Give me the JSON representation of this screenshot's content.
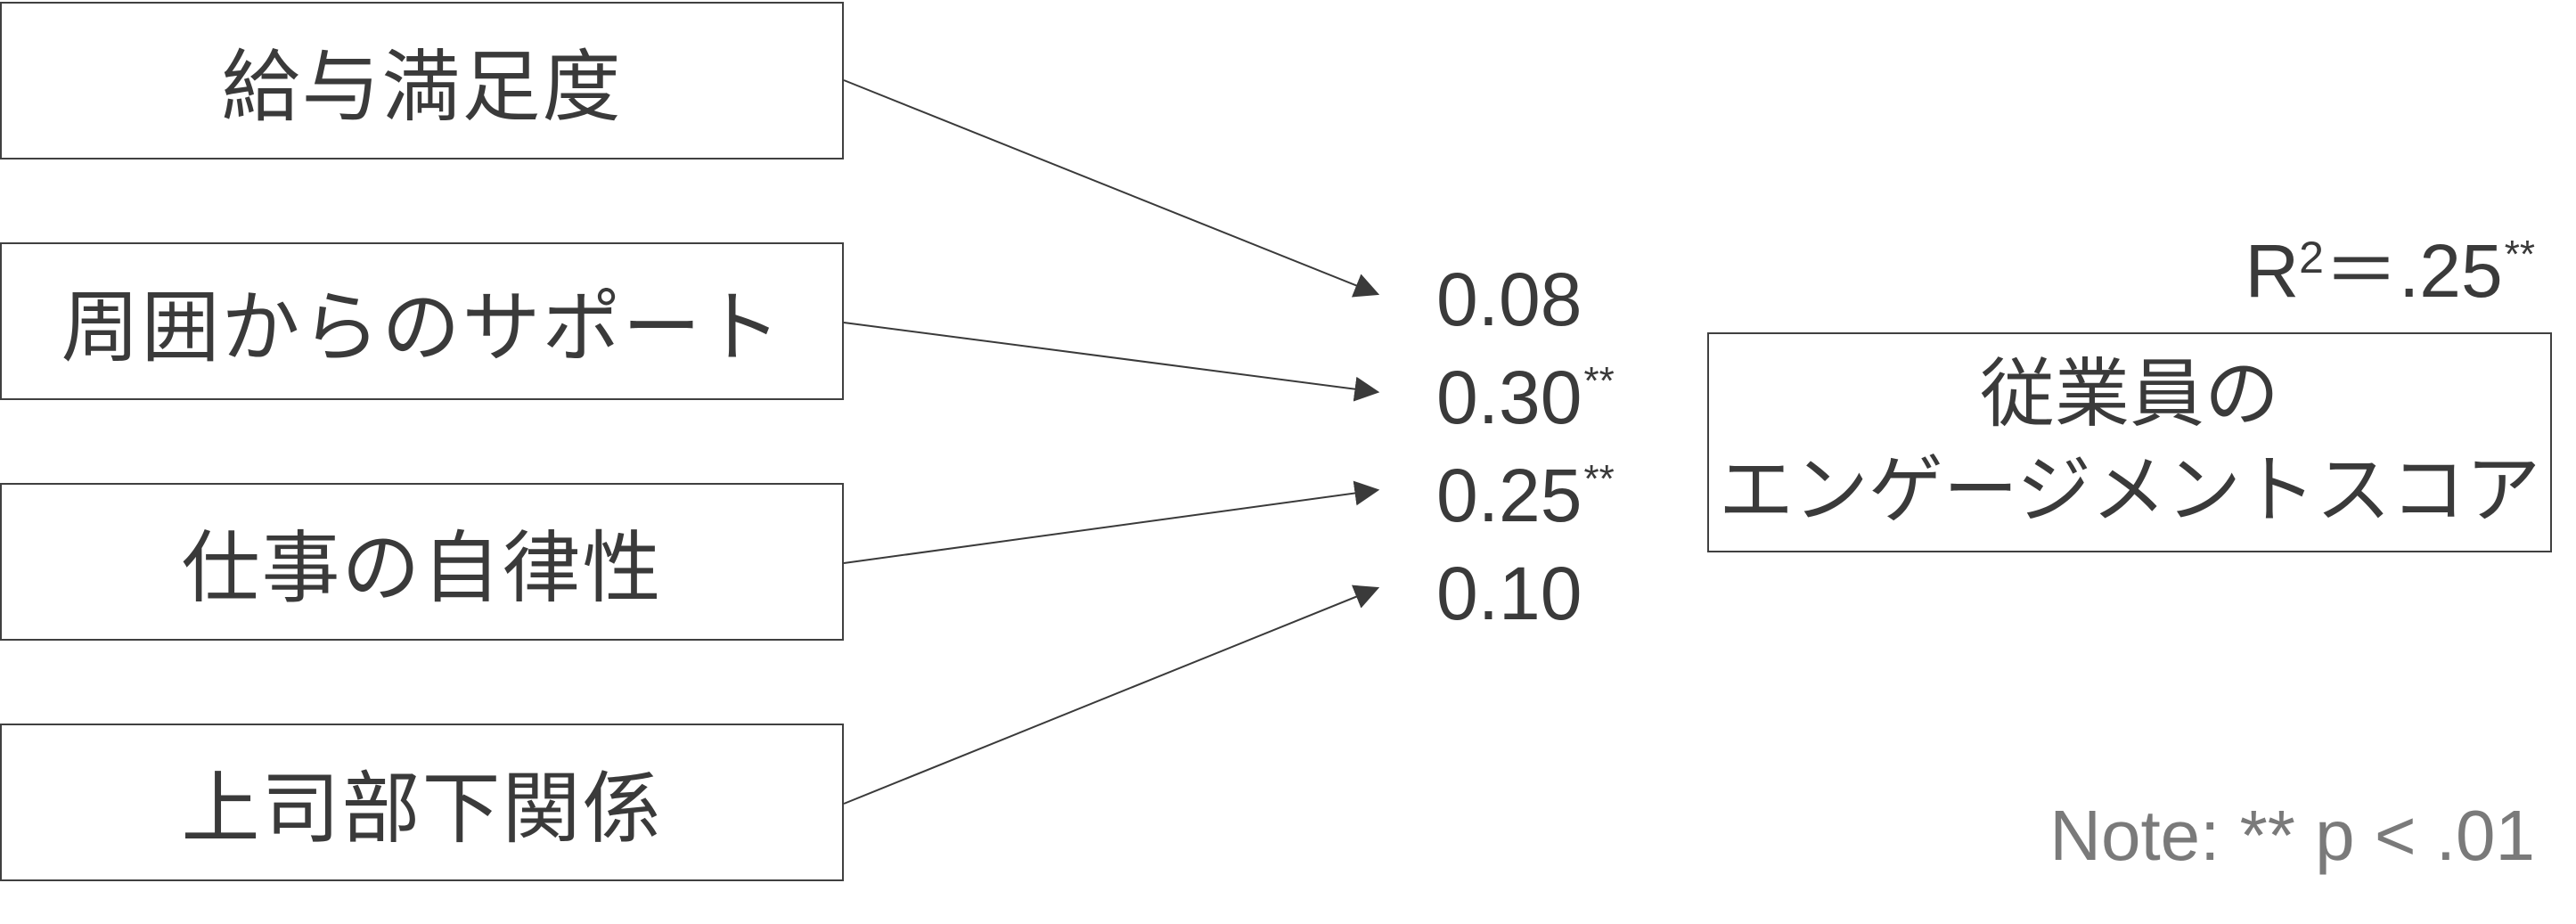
{
  "predictors": [
    {
      "label": "給与満足度"
    },
    {
      "label": "周囲からのサポート"
    },
    {
      "label": "仕事の自律性"
    },
    {
      "label": "上司部下関係"
    }
  ],
  "coefficients": [
    {
      "value": "0.08",
      "sig": ""
    },
    {
      "value": "0.30",
      "sig": "**"
    },
    {
      "value": "0.25",
      "sig": "**"
    },
    {
      "value": "0.10",
      "sig": ""
    }
  ],
  "outcome": {
    "line1": "従業員の",
    "line2": "エンゲージメントスコア"
  },
  "r_squared": {
    "letter": "R",
    "exponent": "2",
    "equals_value": "＝.25",
    "sig": "**"
  },
  "note": "Note: ** p < .01",
  "colors": {
    "text": "#3a3a3a",
    "border": "#404040",
    "note": "#7a7a7a",
    "arrow": "#3a3a3a"
  }
}
